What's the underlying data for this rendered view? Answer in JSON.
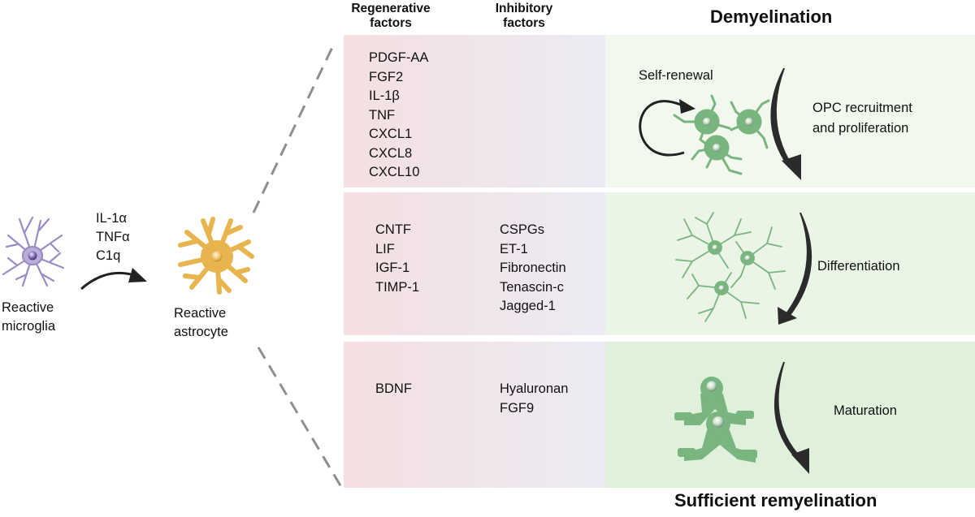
{
  "left": {
    "microglia_label": "Reactive\nmicroglia",
    "astrocyte_label": "Reactive\nastrocyte",
    "signals": "IL-1α\nTNFα\nC1q"
  },
  "headers": {
    "regenerative": "Regenerative\nfactors",
    "inhibitory": "Inhibitory\nfactors",
    "top": "Demyelination",
    "bottom": "Sufficient remyelination"
  },
  "rows": [
    {
      "regenerative": "PDGF-AA\nFGF2\nIL-1β\nTNF\nCXCL1\nCXCL8\nCXCL10",
      "inhibitory": "",
      "stage_extra": "Self-renewal",
      "stage": "OPC recruitment\nand proliferation"
    },
    {
      "regenerative": "CNTF\nLIF\nIGF-1\nTIMP-1",
      "inhibitory": "CSPGs\nET-1\nFibronectin\nTenascin-c\nJagged-1",
      "stage": "Differentiation"
    },
    {
      "regenerative": "BDNF",
      "inhibitory": "Hyaluronan\nFGF9",
      "stage": "Maturation"
    }
  ],
  "colors": {
    "microglia": "#9b8cc4",
    "astrocyte": "#e8b44e",
    "oligodendrocyte": "#79b57f",
    "row1_right": "#f2f8ee",
    "row2_right": "#eaf5e6",
    "row3_right": "#dff0db"
  }
}
